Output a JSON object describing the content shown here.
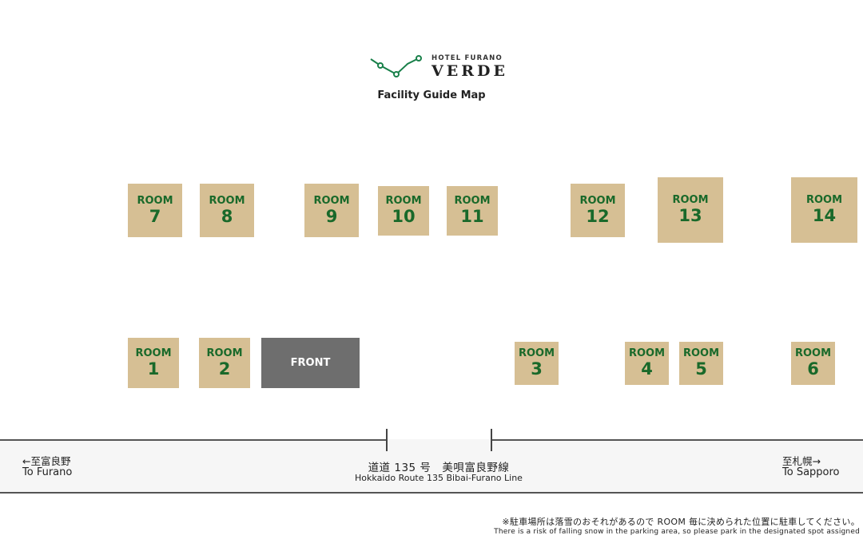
{
  "header": {
    "brand_small": "HOTEL FURANO",
    "brand_big": "VERDE",
    "map_title": "Facility Guide Map",
    "brand_color": "#19804a"
  },
  "room_label": "ROOM",
  "rooms": {
    "r1": "1",
    "r2": "2",
    "r3": "3",
    "r4": "4",
    "r5": "5",
    "r6": "6",
    "r7": "7",
    "r8": "8",
    "r9": "9",
    "r10": "10",
    "r11": "11",
    "r12": "12",
    "r13": "13",
    "r14": "14"
  },
  "front_label": "FRONT",
  "road": {
    "left_jp": "←至富良野",
    "left_en": "To Furano",
    "right_jp": "至札幌→",
    "right_en": "To Sapporo",
    "route_jp": "道道 135 号　美唄富良野線",
    "route_en": "Hokkaido Route 135 Bibai-Furano Line"
  },
  "notes": {
    "jp": "※駐車場所は落雪のおそれがあるので ROOM 毎に決められた位置に駐車してください。",
    "en": "There is a risk of falling snow in the parking area, so please park in the designated spot assigned"
  },
  "colors": {
    "room_fill": "#d6bf94",
    "room_text": "#19692a",
    "front_fill": "#6e6e6e"
  }
}
